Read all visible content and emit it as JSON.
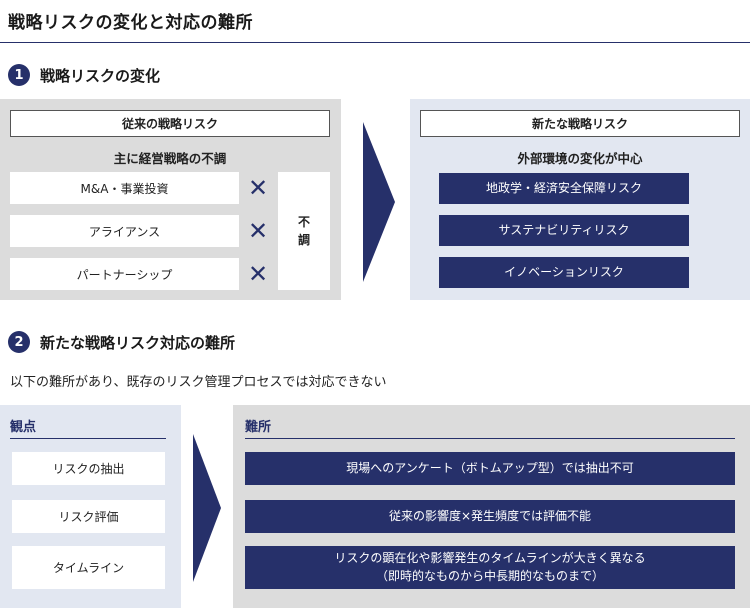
{
  "page_title": "戦略リスクの変化と対応の難所",
  "section1": {
    "number": "1",
    "title": "戦略リスクの変化",
    "left": {
      "header": "従来の戦略リスク",
      "subheader": "主に経営戦略の不調",
      "items": [
        "M&A・事業投資",
        "アライアンス",
        "パートナーシップ"
      ],
      "mark": "✕",
      "fuchou": [
        "不",
        "調"
      ]
    },
    "right": {
      "header": "新たな戦略リスク",
      "subheader": "外部環境の変化が中心",
      "items": [
        "地政学・経済安全保障リスク",
        "サステナビリティリスク",
        "イノベーションリスク"
      ]
    }
  },
  "section2": {
    "number": "2",
    "title": "新たな戦略リスク対応の難所",
    "intro": "以下の難所があり、既存のリスク管理プロセスでは対応できない",
    "left": {
      "header": "観点",
      "items": [
        "リスクの抽出",
        "リスク評価",
        "タイムライン"
      ]
    },
    "right": {
      "header": "難所",
      "items": [
        [
          "現場へのアンケート（ボトムアップ型）では抽出不可"
        ],
        [
          "従来の影響度×発生頻度では評価不能"
        ],
        [
          "リスクの顕在化や影響発生のタイムラインが大きく異なる",
          "（即時的なものから中長期的なものまで）"
        ]
      ]
    }
  },
  "colors": {
    "navy": "#26306a",
    "gray_panel": "#dcdcdc",
    "blue_panel": "#e2e7f1"
  }
}
